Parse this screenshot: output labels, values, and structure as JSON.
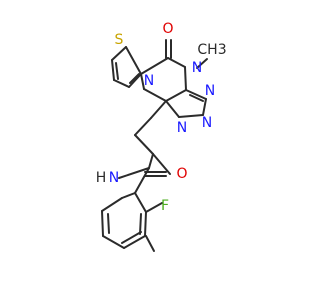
{
  "atoms": {
    "sulfur": {
      "symbol": "S",
      "color": "#c8a400"
    },
    "carbonyl_oxygen": {
      "symbol": "O",
      "color": "#e00000"
    },
    "methyl_nitrogen": {
      "symbol": "N",
      "color": "#1a1aff"
    },
    "methyl_group": {
      "symbol": "CH3",
      "color": "#2b2b2b"
    },
    "bridgehead_nitrogen": {
      "symbol": "N",
      "color": "#1a1aff"
    },
    "triazole_n1": {
      "symbol": "N",
      "color": "#1a1aff"
    },
    "triazole_n2": {
      "symbol": "N",
      "color": "#1a1aff"
    },
    "triazole_n3": {
      "symbol": "N",
      "color": "#1a1aff"
    },
    "amide_oxygen": {
      "symbol": "O",
      "color": "#e00000"
    },
    "amide_nh": {
      "symbol": "H",
      "color": "#2b2b2b"
    },
    "amide_n": {
      "symbol": "N",
      "color": "#1a1aff"
    },
    "fluorine": {
      "symbol": "F",
      "color": "#4cae1f"
    }
  },
  "bond_color": "#2b2b2b"
}
